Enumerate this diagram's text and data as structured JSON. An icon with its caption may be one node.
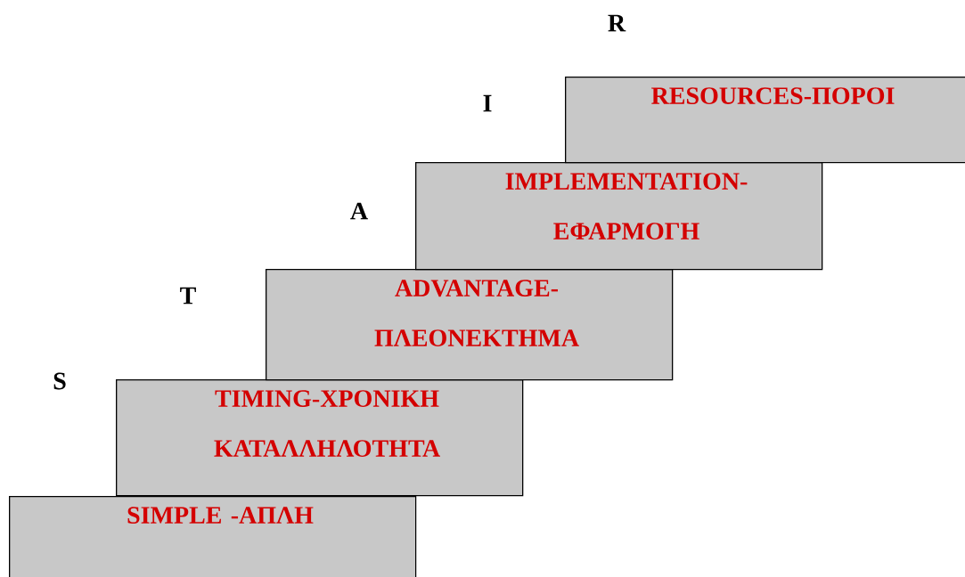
{
  "diagram": {
    "nodes": [
      {
        "text": [
          "SIMPLE -ΑΠΛΗ"
        ]
      },
      {
        "text": [
          "TIMING-ΧΡΟΝΙΚΗ ΚΑΤΑΛΛΗΛΟΤΗΤΑ"
        ]
      },
      {
        "text": [
          "ADVANTAGE-ΠΛΕΟΝΕΚΤΗΜΑ"
        ]
      },
      {
        "text": [
          "IMPLEMENTATION-ΕΦΑΡΜΟΓΗ"
        ]
      },
      {
        "text": [
          "RESOURCES-ΠΟΡΟΙ"
        ]
      }
    ],
    "labels": [
      "R",
      "I",
      "A",
      "T",
      "S"
    ]
  }
}
